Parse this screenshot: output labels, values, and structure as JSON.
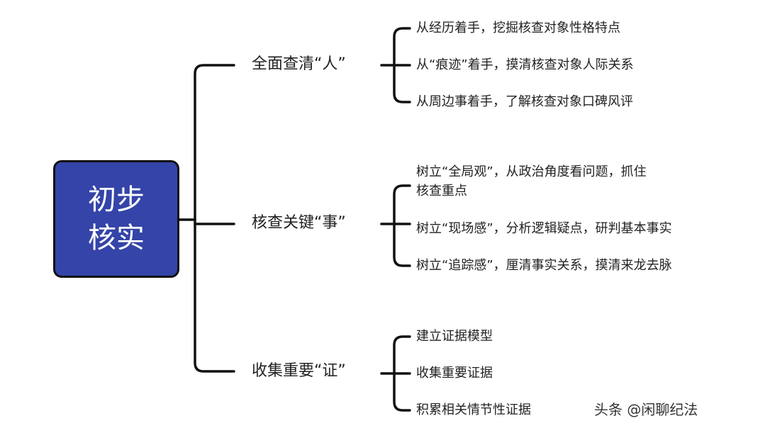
{
  "root": {
    "line1": "初步",
    "line2": "核实"
  },
  "branches": [
    {
      "label": "全面查清“人”",
      "items": [
        "从经历着手，挖掘核查对象性格特点",
        "从“痕迹”着手，摸清核查对象人际关系",
        "从周边事着手，了解核查对象口碑风评"
      ]
    },
    {
      "label": "核查关键“事”",
      "items": [
        "树立“全局观”，从政治角度看问题，抓住",
        "核查重点",
        "树立“现场感”，分析逻辑疑点，研判基本事实",
        "树立“追踪感”，厘清事实关系，摸清来龙去脉"
      ]
    },
    {
      "label": "收集重要“证”",
      "items": [
        "建立证据模型",
        "收集重要证据",
        "积累相关情节性证据"
      ]
    }
  ],
  "watermark": "头条 @闲聊纪法",
  "colors": {
    "root_fill": "#3444a8",
    "line": "#111111"
  }
}
